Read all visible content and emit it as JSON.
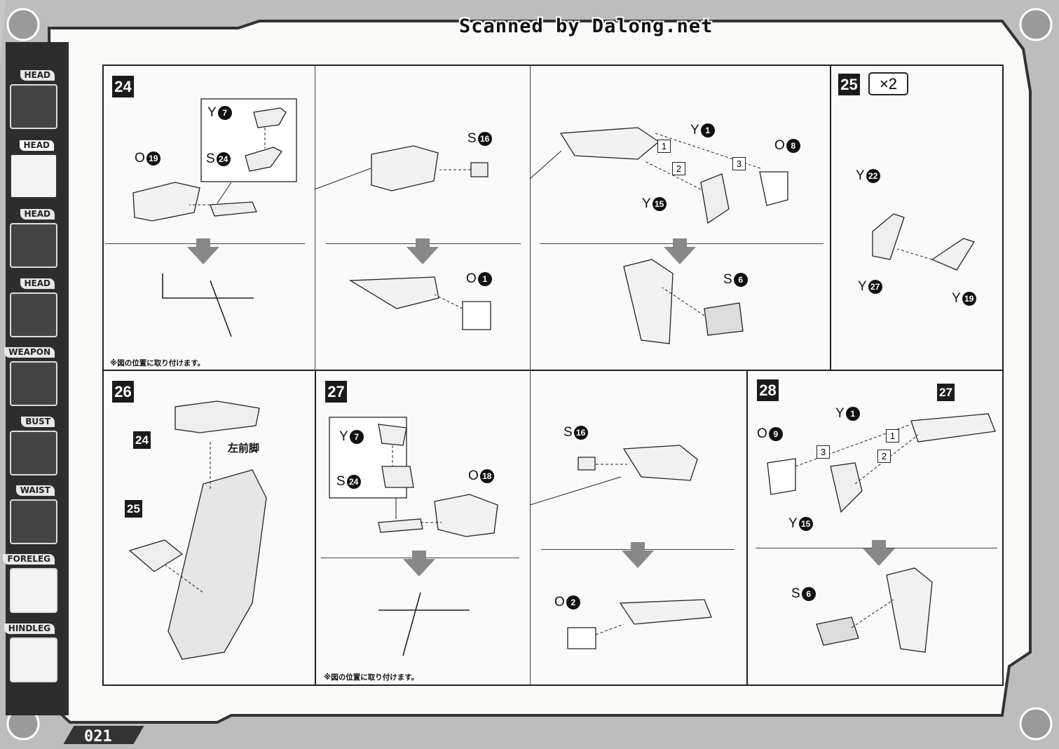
{
  "watermark": "Scanned by Dalong.net",
  "page_number": "021",
  "sidebar": {
    "items": [
      {
        "label": "HEAD"
      },
      {
        "label": "HEAD",
        "active": true
      },
      {
        "label": "HEAD"
      },
      {
        "label": "HEAD"
      },
      {
        "label": "WEAPON"
      },
      {
        "label": "BUST"
      },
      {
        "label": "WAIST"
      },
      {
        "label": "FORELEG"
      },
      {
        "label": "HINDLEG"
      }
    ]
  },
  "steps": {
    "s24": {
      "number": "24",
      "note": "※図の位置に取り付けます。"
    },
    "s25": {
      "number": "25",
      "multiplier": "×2"
    },
    "s26": {
      "number": "26",
      "ref_24": "24",
      "ref_25": "25",
      "caption": "左前脚"
    },
    "s27": {
      "number": "27",
      "note": "※図の位置に取り付けます。"
    },
    "s28": {
      "number": "28",
      "ref_27": "27"
    }
  },
  "parts": {
    "p24_y": {
      "letter": "Y",
      "num": "7"
    },
    "p24_s": {
      "letter": "S",
      "num": "24"
    },
    "p24_o": {
      "letter": "O",
      "num": "19"
    },
    "p24b_s": {
      "letter": "S",
      "num": "16"
    },
    "p24b_o": {
      "letter": "O",
      "num": "1"
    },
    "p24c_y1": {
      "letter": "Y",
      "num": "1"
    },
    "p24c_o8": {
      "letter": "O",
      "num": "8"
    },
    "p24c_y15": {
      "letter": "Y",
      "num": "15"
    },
    "p24c_s6": {
      "letter": "S",
      "num": "6"
    },
    "p25_y22": {
      "letter": "Y",
      "num": "22"
    },
    "p25_y27": {
      "letter": "Y",
      "num": "27"
    },
    "p25_y19": {
      "letter": "Y",
      "num": "19"
    },
    "p27_y": {
      "letter": "Y",
      "num": "7"
    },
    "p27_s": {
      "letter": "S",
      "num": "24"
    },
    "p27_o": {
      "letter": "O",
      "num": "18"
    },
    "p27b_s": {
      "letter": "S",
      "num": "16"
    },
    "p27b_o": {
      "letter": "O",
      "num": "2"
    },
    "p28_y1": {
      "letter": "Y",
      "num": "1"
    },
    "p28_o9": {
      "letter": "O",
      "num": "9"
    },
    "p28_y15": {
      "letter": "Y",
      "num": "15"
    },
    "p28_s6": {
      "letter": "S",
      "num": "6"
    }
  },
  "sequence": {
    "top": [
      "1",
      "2",
      "3"
    ],
    "bottom": [
      "1",
      "2",
      "3"
    ]
  }
}
